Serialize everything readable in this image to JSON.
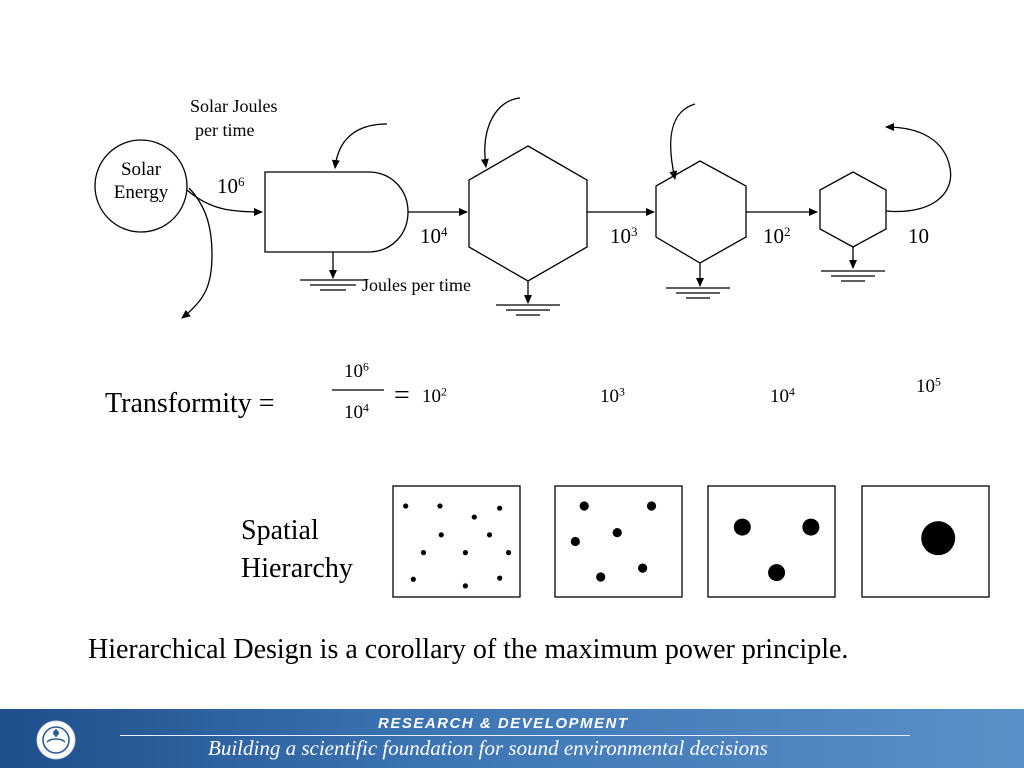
{
  "diagram": {
    "source_label": [
      "Solar",
      "Energy"
    ],
    "input_label": [
      "Solar Joules",
      "per time"
    ],
    "loss_label": "Joules per time",
    "flows": [
      {
        "base": "10",
        "exp": "6"
      },
      {
        "base": "10",
        "exp": "4"
      },
      {
        "base": "10",
        "exp": "3"
      },
      {
        "base": "10",
        "exp": "2"
      },
      {
        "base": "10",
        "exp": ""
      }
    ]
  },
  "transformity": {
    "label": "Transformity =",
    "numerator": {
      "base": "10",
      "exp": "6"
    },
    "denominator": {
      "base": "10",
      "exp": "4"
    },
    "equals": "=",
    "values": [
      {
        "base": "10",
        "exp": "2"
      },
      {
        "base": "10",
        "exp": "3"
      },
      {
        "base": "10",
        "exp": "4"
      },
      {
        "base": "10",
        "exp": "5"
      }
    ]
  },
  "spatial": {
    "label": [
      "Spatial",
      "Hierarchy"
    ],
    "boxes": [
      {
        "dots": [
          [
            0.1,
            0.18
          ],
          [
            0.37,
            0.18
          ],
          [
            0.64,
            0.28
          ],
          [
            0.84,
            0.2
          ],
          [
            0.38,
            0.44
          ],
          [
            0.76,
            0.44
          ],
          [
            0.24,
            0.6
          ],
          [
            0.57,
            0.6
          ],
          [
            0.91,
            0.6
          ],
          [
            0.16,
            0.84
          ],
          [
            0.57,
            0.9
          ],
          [
            0.84,
            0.83
          ]
        ],
        "radius": 2.6
      },
      {
        "dots": [
          [
            0.23,
            0.18
          ],
          [
            0.76,
            0.18
          ],
          [
            0.49,
            0.42
          ],
          [
            0.16,
            0.5
          ],
          [
            0.36,
            0.82
          ],
          [
            0.69,
            0.74
          ]
        ],
        "radius": 4.6
      },
      {
        "dots": [
          [
            0.27,
            0.37
          ],
          [
            0.81,
            0.37
          ],
          [
            0.54,
            0.78
          ]
        ],
        "radius": 8.5
      },
      {
        "dots": [
          [
            0.6,
            0.47
          ]
        ],
        "radius": 17
      }
    ]
  },
  "caption": "Hierarchical Design is a corollary of the maximum power principle.",
  "footer": {
    "title": "RESEARCH &  DEVELOPMENT",
    "tagline": "Building a scientific foundation for sound environmental decisions"
  }
}
